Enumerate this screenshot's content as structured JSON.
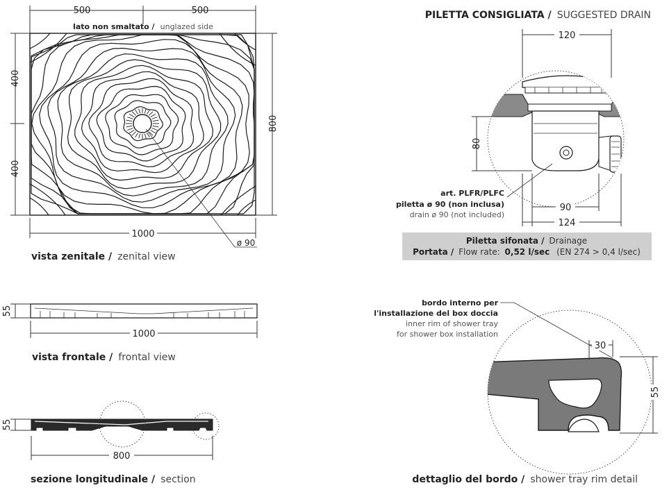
{
  "zenital": {
    "dim_top_left": "500",
    "dim_top_right": "500",
    "unglazed_bold": "lato non smaltato /",
    "unglazed_light": "unglazed side",
    "dim_left_top": "400",
    "dim_left_bottom": "400",
    "dim_right": "800",
    "dim_bottom": "1000",
    "drain_diameter": "ø 90",
    "caption_bold": "vista zenitale /",
    "caption_light": "zenital view"
  },
  "frontal": {
    "dim_height": "55",
    "dim_width": "1000",
    "caption_bold": "vista frontale /",
    "caption_light": "frontal view"
  },
  "section": {
    "dim_height": "55",
    "dim_width": "800",
    "caption_bold": "sezione longitudinale /",
    "caption_light": "section"
  },
  "drain": {
    "title_bold": "PILETTA CONSIGLIATA /",
    "title_light": "SUGGESTED DRAIN",
    "dim_top": "120",
    "dim_height": "80",
    "dim_inner": "90",
    "dim_outer": "124",
    "art_line": "art. PLFR/PLFC",
    "note_it": "piletta ø 90 (non inclusa)",
    "note_en": "drain ø 90 (not included)",
    "info_line1_bold": "Piletta sifonata /",
    "info_line1_light": "Drainage",
    "info_line2_bold": "Portata /",
    "info_line2_mid": "Flow rate:",
    "info_line2_value": "0,52 l/sec",
    "info_line2_norm": "(EN 274 > 0,4 l/sec)"
  },
  "rim": {
    "note_it_1": "bordo interno per",
    "note_it_2": "l'installazione del box doccia",
    "note_en_1": "inner rim of shower tray",
    "note_en_2": "for shower box installation",
    "dim_width": "30",
    "dim_height": "55",
    "caption_bold": "dettaglio del bordo /",
    "caption_light": "shower tray rim detail"
  },
  "colors": {
    "info_box": "#cfcfcf",
    "material": "#7a7a7a",
    "material_light": "#b8b8b8",
    "outline": "#1a1a1a"
  }
}
